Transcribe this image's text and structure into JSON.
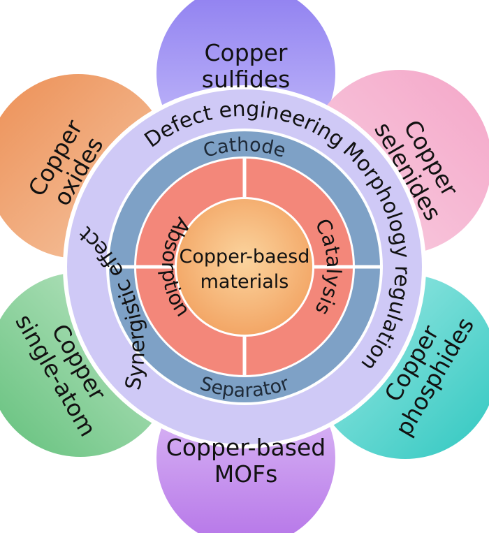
{
  "petals": [
    {
      "id": "top",
      "lines": [
        "Copper",
        "sulfides"
      ],
      "colors": [
        "#8e7ef0",
        "#c9c2fb"
      ]
    },
    {
      "id": "top-right",
      "lines": [
        "Copper",
        "selenides"
      ],
      "colors": [
        "#f4a6c8",
        "#f9d0e2"
      ]
    },
    {
      "id": "bottom-right",
      "lines": [
        "Copper",
        "phosphides"
      ],
      "colors": [
        "#2fc7c0",
        "#a4ebe6"
      ]
    },
    {
      "id": "bottom",
      "lines": [
        "Copper-based",
        "MOFs"
      ],
      "colors": [
        "#b574e8",
        "#e3c9f8"
      ]
    },
    {
      "id": "bottom-left",
      "lines": [
        "Copper",
        "single-atom"
      ],
      "colors": [
        "#62c07b",
        "#c3e8c9"
      ]
    },
    {
      "id": "top-left",
      "lines": [
        "Copper",
        "oxides"
      ],
      "colors": [
        "#ec8f55",
        "#f6c8a6"
      ]
    }
  ],
  "outer_ring": {
    "color": "#cfc9f6",
    "labels": {
      "top": "Defect engineering",
      "right": "Morphology regulation",
      "left": "Synergistic effect"
    }
  },
  "blue_ring": {
    "color": "#7ea1c6",
    "labels": {
      "top": "Cathode",
      "bottom": "Separator"
    }
  },
  "salmon_ring": {
    "color": "#f3877a",
    "labels": {
      "left": "Absorption",
      "right": "Catalysis"
    }
  },
  "core": {
    "lines": [
      "Copper-baesd",
      "materials"
    ],
    "colors": [
      "#fbd49e",
      "#f2a261"
    ]
  }
}
